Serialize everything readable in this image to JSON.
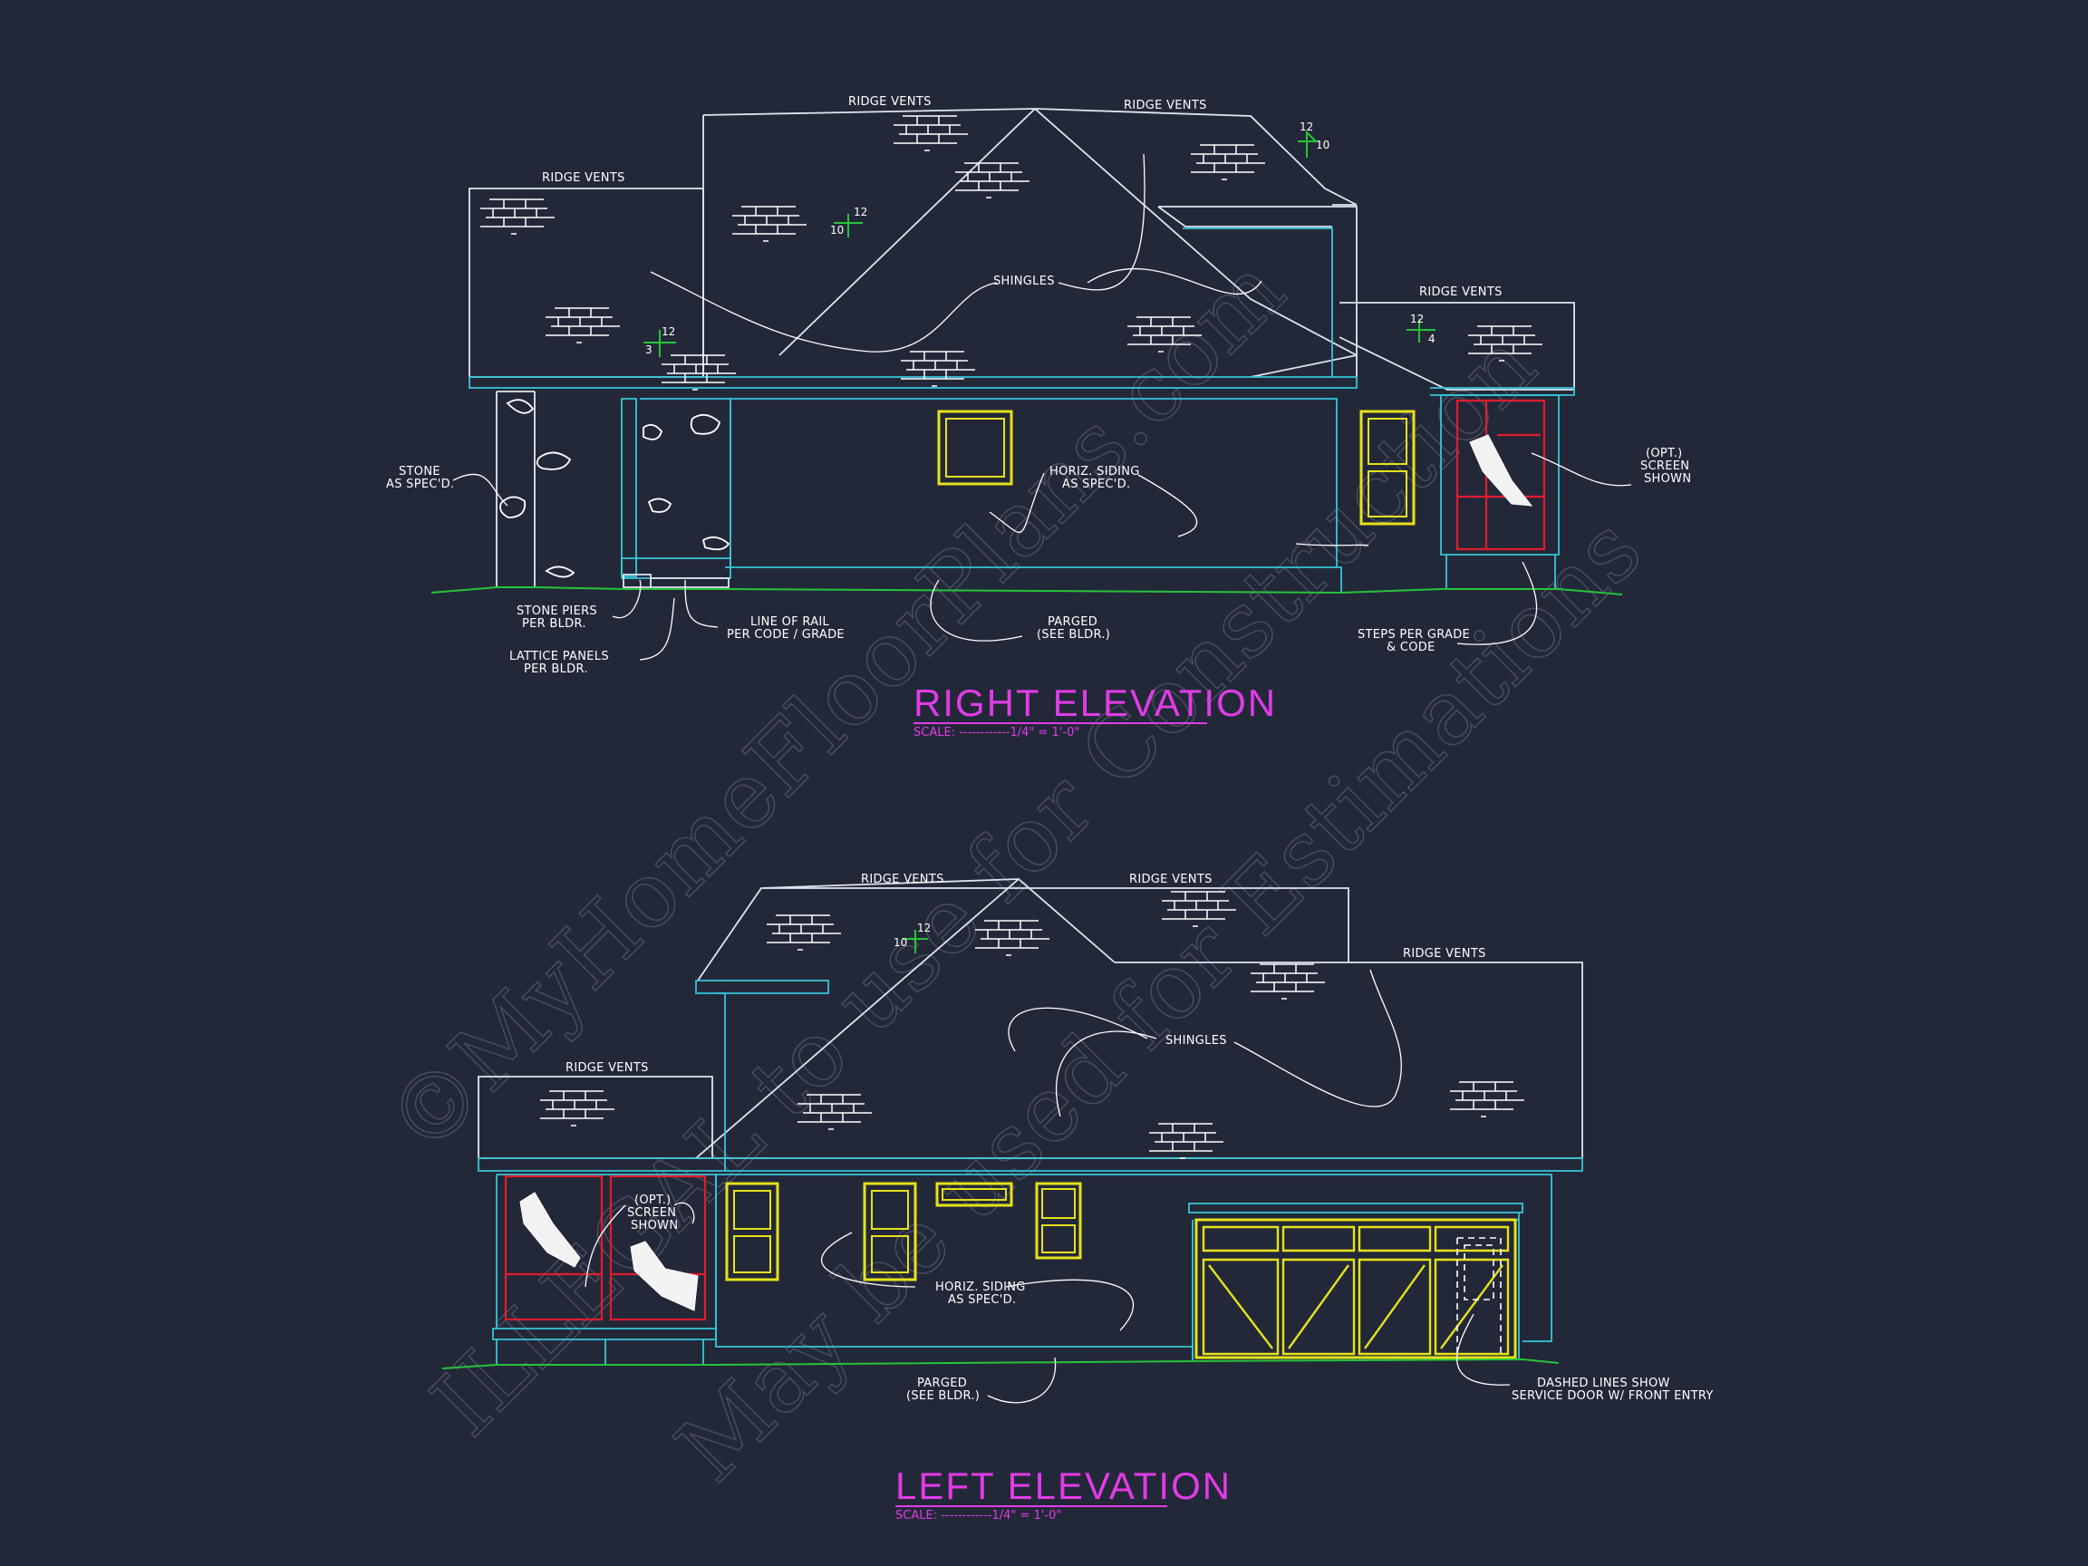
{
  "watermark": {
    "line1": "©MyHomeFloorPlans.com",
    "line2": "ILLEGAL to use for Construction",
    "line3": "May be used for Estimations"
  },
  "right_elevation": {
    "title": "RIGHT ELEVATION",
    "scale": "SCALE: ------------1/4\" = 1'-0\"",
    "pitches": [
      {
        "rise": "12",
        "run": "10"
      },
      {
        "rise": "12",
        "run": "10"
      },
      {
        "rise": "12",
        "run": "3"
      },
      {
        "rise": "12",
        "run": "4"
      }
    ],
    "labels": {
      "ridge_vents_1": "RIDGE VENTS",
      "ridge_vents_2": "RIDGE VENTS",
      "ridge_vents_3": "RIDGE VENTS",
      "ridge_vents_4": "RIDGE VENTS",
      "shingles": "SHINGLES",
      "stone_1": "STONE",
      "stone_2": "AS SPEC'D.",
      "siding_1": "HORIZ. SIDING",
      "siding_2": "AS SPEC'D.",
      "screen_1": "(OPT.)",
      "screen_2": "SCREEN",
      "screen_3": "SHOWN",
      "piers_1": "STONE PIERS",
      "piers_2": "PER BLDR.",
      "lattice_1": "LATTICE PANELS",
      "lattice_2": "PER BLDR.",
      "rail_1": "LINE OF RAIL",
      "rail_2": "PER CODE / GRADE",
      "parged_1": "PARGED",
      "parged_2": "(SEE BLDR.)",
      "steps_1": "STEPS PER GRADE",
      "steps_2": "& CODE"
    }
  },
  "left_elevation": {
    "title": "LEFT ELEVATION",
    "scale": "SCALE: ------------1/4\" = 1'-0\"",
    "pitches": [
      {
        "rise": "12",
        "run": "10"
      }
    ],
    "labels": {
      "ridge_vents_1": "RIDGE VENTS",
      "ridge_vents_2": "RIDGE VENTS",
      "ridge_vents_3": "RIDGE VENTS",
      "ridge_vents_4": "RIDGE VENTS",
      "shingles": "SHINGLES",
      "screen_1": "(OPT.)",
      "screen_2": "SCREEN",
      "screen_3": "SHOWN",
      "siding_1": "HORIZ. SIDING",
      "siding_2": "AS SPEC'D.",
      "parged_1": "PARGED",
      "parged_2": "(SEE BLDR.)",
      "dashed_1": "DASHED LINES SHOW",
      "dashed_2": "SERVICE DOOR W/ FRONT ENTRY"
    }
  },
  "colors": {
    "background": "#232838",
    "outline": "#dfe6ee",
    "trim": "#34c6d9",
    "window": "#e6e21b",
    "screen": "#e11d2e",
    "grade": "#25c43a",
    "title": "#e03ce6"
  }
}
